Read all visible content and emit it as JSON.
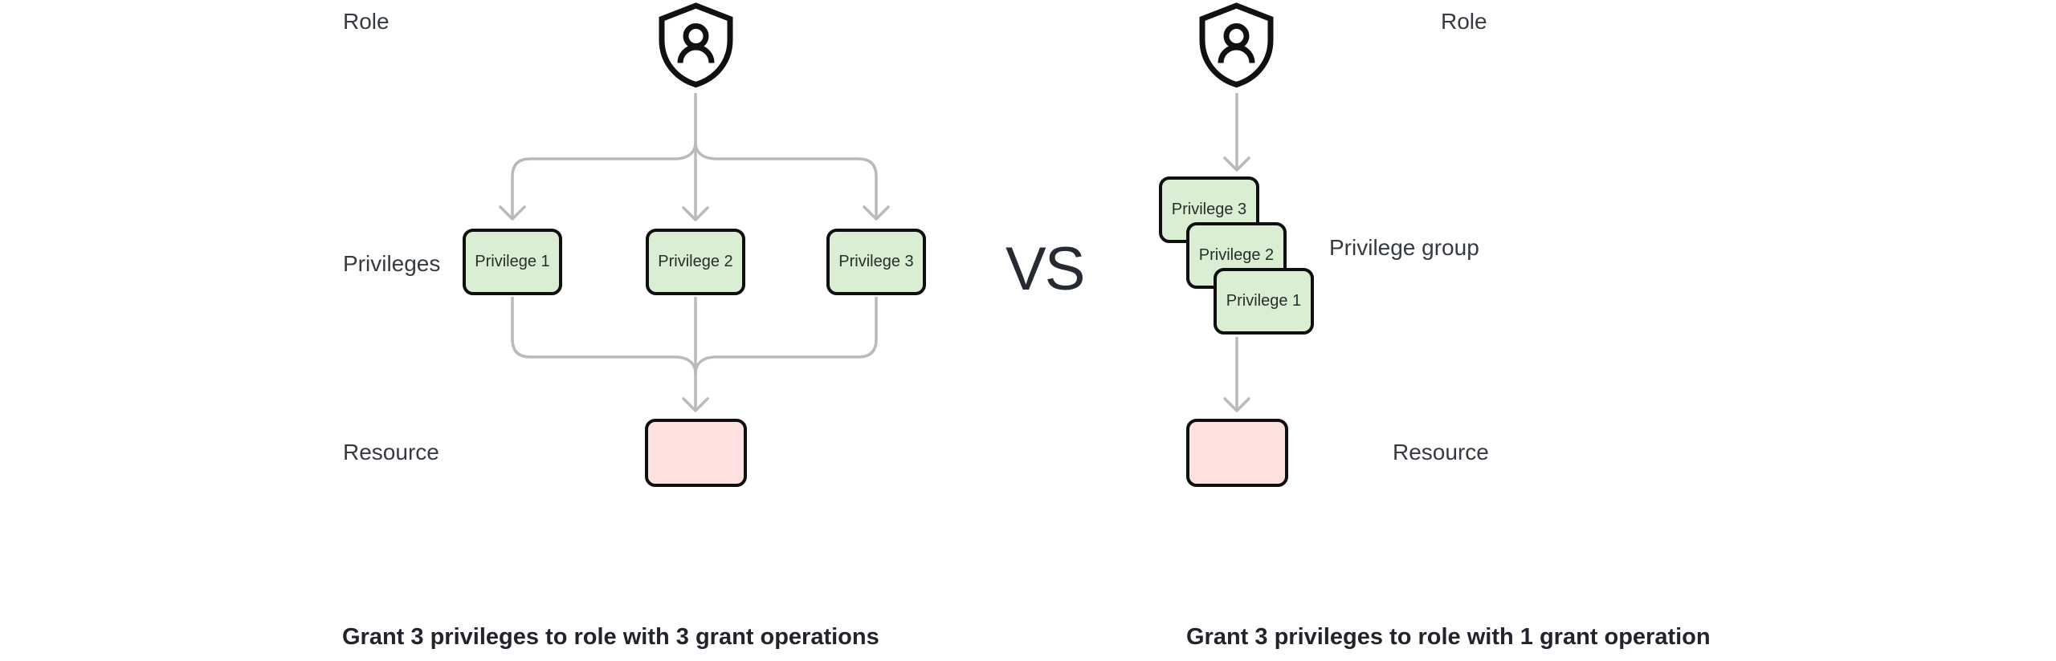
{
  "page": {
    "vs_label": "VS"
  },
  "colors": {
    "privilege_fill": "#daeed4",
    "resource_fill": "#fce1df",
    "box_border": "#0f0f0f",
    "connector": "#b9babc",
    "label_text": "#363b41",
    "box_text": "#243029",
    "caption_text": "#21252b",
    "vs_text": "#262b33",
    "icon_color": "#111111",
    "page_bg": "#ffffff"
  },
  "left_diagram": {
    "role_label": "Role",
    "role_icon": "shield-user-icon",
    "privileges_label": "Privileges",
    "privileges": [
      "Privilege 1",
      "Privilege 2",
      "Privilege 3"
    ],
    "resource_label": "Resource",
    "caption": "Grant 3 privileges to role with 3 grant operations"
  },
  "right_diagram": {
    "role_label": "Role",
    "role_icon": "shield-user-icon",
    "privilege_group_label": "Privilege group",
    "privileges_stacked": [
      "Privilege 3",
      "Privilege 2",
      "Privilege 1"
    ],
    "resource_label": "Resource",
    "caption": "Grant 3 privileges to role with 1 grant operation"
  }
}
